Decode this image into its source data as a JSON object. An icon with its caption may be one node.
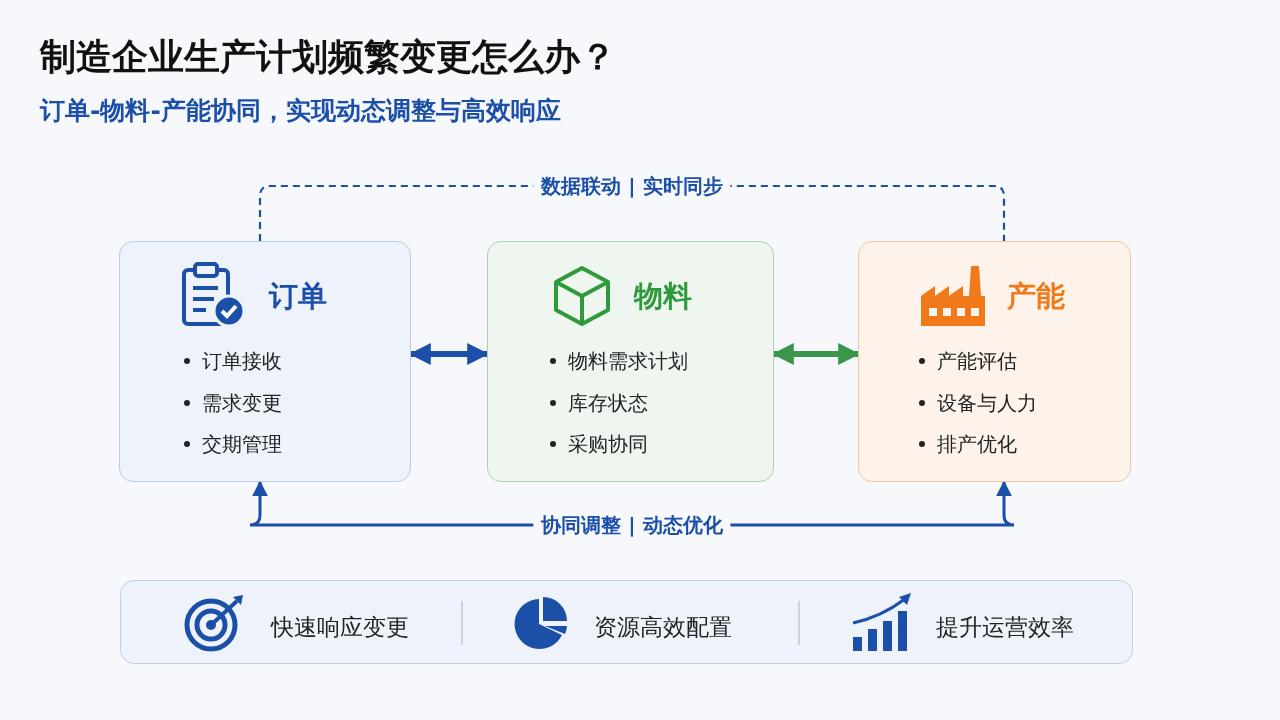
{
  "diagram": {
    "title": "制造企业生产计划频繁变更怎么办？",
    "nodes": [
      {
        "text": [
          "订单",
          "订单接收",
          "需求变更",
          "交期管理"
        ]
      },
      {
        "text": [
          "物料",
          "物料需求计划",
          "库存状态",
          "采购协同"
        ]
      },
      {
        "text": [
          "产能",
          "产能评估",
          "设备与人力",
          "排产优化"
        ]
      },
      {
        "text": [
          "快速响应变更",
          "资源高效配置",
          "提升运营效率"
        ]
      }
    ],
    "edges": [
      {
        "from": 0,
        "to": 1,
        "arrow": "both",
        "style": "thick"
      },
      {
        "from": 1,
        "to": 2,
        "arrow": "both",
        "style": "thick",
        "color": "#3a9648"
      },
      {
        "from": 0,
        "to": 2,
        "arrow": "none",
        "style": "dashed",
        "label": "数据联动 | 实时同步"
      },
      {
        "from": 2,
        "to": 0,
        "arrow": "both",
        "label": "协同调整 | 动态优化"
      }
    ],
    "labels": [
      "订单-物料-产能协同，实现动态调整与高效响应"
    ]
  }
}
